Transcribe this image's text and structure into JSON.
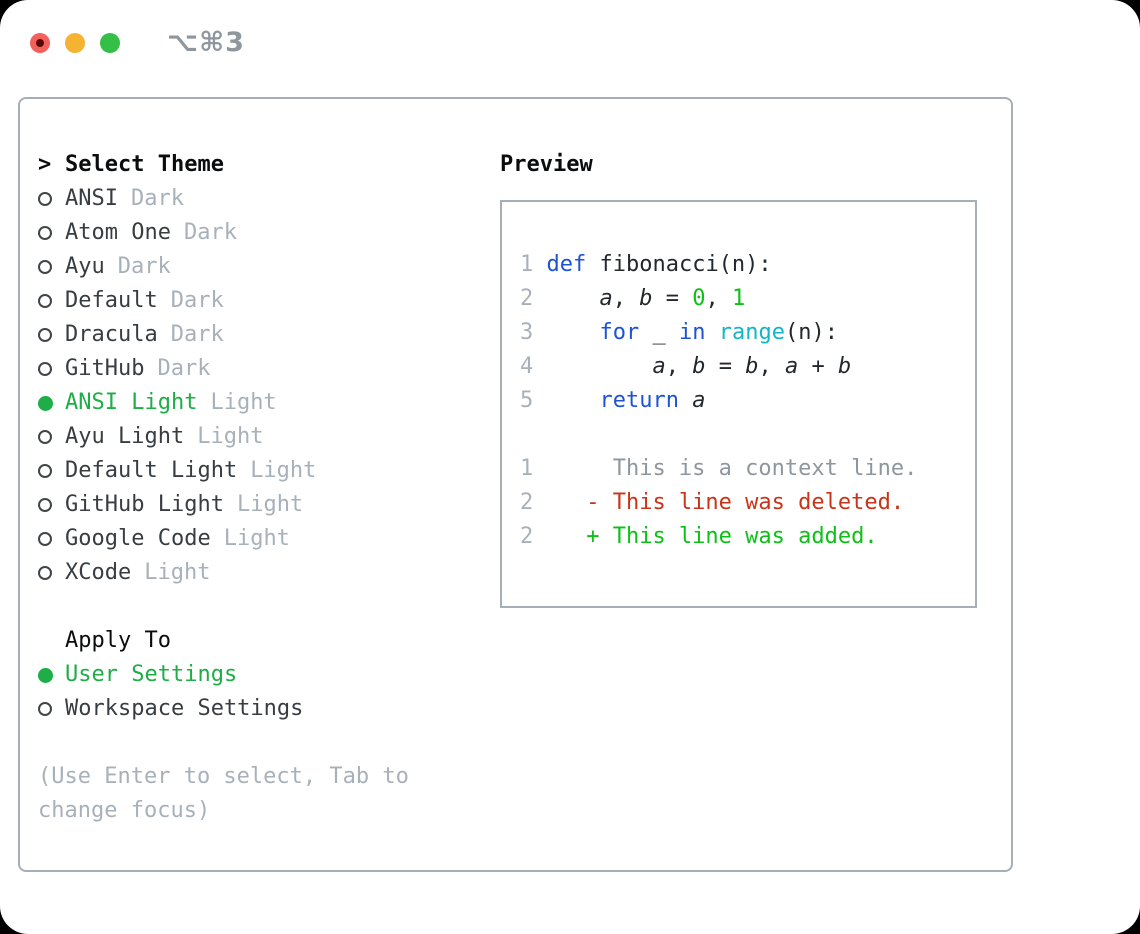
{
  "colors": {
    "accent_green": "#1fad47",
    "code_keyword_blue": "#1d53d4",
    "code_builtin_cyan": "#12b5c9",
    "code_number_green": "#0cc115",
    "diff_added_green": "#0cc115",
    "diff_deleted_red": "#c93418",
    "muted_gray": "#a8b1ba",
    "panel_border": "#a6afb9"
  },
  "window": {
    "shortcut": "⌥⌘3",
    "traffic_lights": [
      "close",
      "minimize",
      "zoom"
    ]
  },
  "theme_panel": {
    "cursor": ">",
    "heading": "Select Theme",
    "themes": [
      {
        "name": "ANSI",
        "badge": "Dark",
        "selected": false
      },
      {
        "name": "Atom One",
        "badge": "Dark",
        "selected": false
      },
      {
        "name": "Ayu",
        "badge": "Dark",
        "selected": false
      },
      {
        "name": "Default",
        "badge": "Dark",
        "selected": false
      },
      {
        "name": "Dracula",
        "badge": "Dark",
        "selected": false
      },
      {
        "name": "GitHub",
        "badge": "Dark",
        "selected": false
      },
      {
        "name": "ANSI Light",
        "badge": "Light",
        "selected": true
      },
      {
        "name": "Ayu Light",
        "badge": "Light",
        "selected": false
      },
      {
        "name": "Default Light",
        "badge": "Light",
        "selected": false
      },
      {
        "name": "GitHub Light",
        "badge": "Light",
        "selected": false
      },
      {
        "name": "Google Code",
        "badge": "Light",
        "selected": false
      },
      {
        "name": "XCode",
        "badge": "Light",
        "selected": false
      }
    ],
    "apply_heading": "Apply To",
    "apply_options": [
      {
        "label": "User Settings",
        "selected": true
      },
      {
        "label": "Workspace Settings",
        "selected": false
      }
    ],
    "footer_hint": "(Use Enter to select, Tab to change focus)"
  },
  "preview": {
    "heading": "Preview",
    "code_lines": [
      {
        "no": "1",
        "segs": [
          [
            "kw",
            "def"
          ],
          [
            "pl",
            " fibonacci(n):"
          ]
        ]
      },
      {
        "no": "2",
        "segs": [
          [
            "pl",
            "    "
          ],
          [
            "var",
            "a"
          ],
          [
            "pl",
            ", "
          ],
          [
            "var",
            "b"
          ],
          [
            "pl",
            " = "
          ],
          [
            "num",
            "0"
          ],
          [
            "pl",
            ", "
          ],
          [
            "num",
            "1"
          ]
        ]
      },
      {
        "no": "3",
        "segs": [
          [
            "pl",
            "    "
          ],
          [
            "kw",
            "for"
          ],
          [
            "pl",
            " _ "
          ],
          [
            "kw",
            "in"
          ],
          [
            "pl",
            " "
          ],
          [
            "fn",
            "range"
          ],
          [
            "pl",
            "(n):"
          ]
        ]
      },
      {
        "no": "4",
        "segs": [
          [
            "pl",
            "        "
          ],
          [
            "var",
            "a"
          ],
          [
            "pl",
            ", "
          ],
          [
            "var",
            "b"
          ],
          [
            "pl",
            " = "
          ],
          [
            "var",
            "b"
          ],
          [
            "pl",
            ", "
          ],
          [
            "var",
            "a"
          ],
          [
            "pl",
            " + "
          ],
          [
            "var",
            "b"
          ]
        ]
      },
      {
        "no": "5",
        "segs": [
          [
            "pl",
            "    "
          ],
          [
            "kw",
            "return"
          ],
          [
            "pl",
            " "
          ],
          [
            "var",
            "a"
          ]
        ]
      },
      {
        "no": "",
        "segs": []
      },
      {
        "no": "1",
        "segs": [
          [
            "ctx",
            "     This is a context line."
          ]
        ]
      },
      {
        "no": "2",
        "segs": [
          [
            "del",
            "   - This line was deleted."
          ]
        ]
      },
      {
        "no": "2",
        "segs": [
          [
            "add",
            "   + This line was added."
          ]
        ]
      }
    ]
  }
}
